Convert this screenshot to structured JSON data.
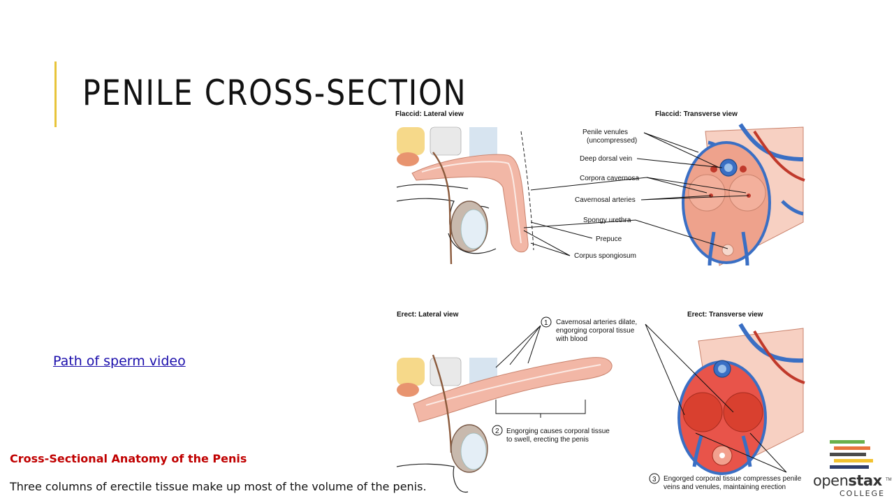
{
  "slide": {
    "title": "PENILE CROSS-SECTION",
    "video_link": "Path of sperm video",
    "caption_title": "Cross-Sectional Anatomy of the Penis",
    "caption_text": "Three columns of erectile tissue make up most of the volume of the penis."
  },
  "figure": {
    "flaccid_lateral": "Flaccid: Lateral view",
    "flaccid_transverse": "Flaccid: Transverse view",
    "erect_lateral": "Erect: Lateral view",
    "erect_transverse": "Erect: Transverse view",
    "labels": {
      "penile_venules_1": "Penile venules",
      "penile_venules_2": "(uncompressed)",
      "deep_dorsal_vein": "Deep dorsal vein",
      "corpora_cavernosa": "Corpora cavernosa",
      "cavernosal_arteries": "Cavernosal arteries",
      "spongy_urethra": "Spongy urethra",
      "prepuce": "Prepuce",
      "corpus_spongiosum": "Corpus spongiosum"
    },
    "steps": [
      {
        "num": "1",
        "lines": [
          "Cavernosal arteries dilate,",
          "engorging corporal tissue",
          "with blood"
        ]
      },
      {
        "num": "2",
        "lines": [
          "Engorging causes corporal tissue",
          "to swell, erecting the penis"
        ]
      },
      {
        "num": "3",
        "lines": [
          "Engorged corporal tissue compresses penile",
          "veins and venules, maintaining erection"
        ]
      }
    ]
  },
  "logo": {
    "word_light": "open",
    "word_bold": "stax",
    "trademark": "TM",
    "subtitle": "COLLEGE",
    "bar_colors": [
      "#6ab04c",
      "#e8743b",
      "#4a4a4a",
      "#f2c230",
      "#2f3e6b"
    ]
  },
  "colors": {
    "accent": "#e8c43a",
    "link": "#1a0dab",
    "caption": "#c00000",
    "vein": "#3a6fc4",
    "artery": "#c0392b",
    "tissue": "#f2b7a6"
  }
}
